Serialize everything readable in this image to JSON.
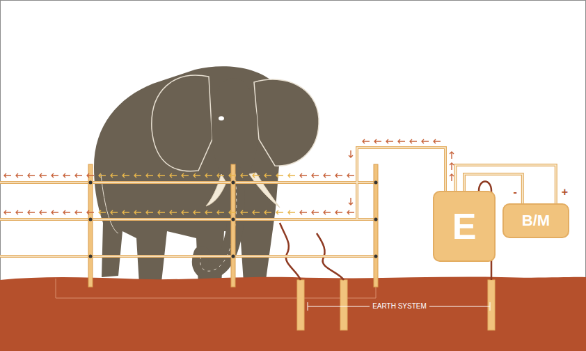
{
  "diagram": {
    "nodes": [
      {
        "text": [
          "E"
        ]
      },
      {
        "text": [
          "B/M"
        ]
      }
    ],
    "edges": [
      {
        "from": 0,
        "to": 1,
        "arrow": "none",
        "label": "-"
      },
      {
        "from": 0,
        "to": 1,
        "arrow": "none",
        "label": "+"
      }
    ],
    "labels": [
      "EARTH SYSTEM"
    ]
  }
}
